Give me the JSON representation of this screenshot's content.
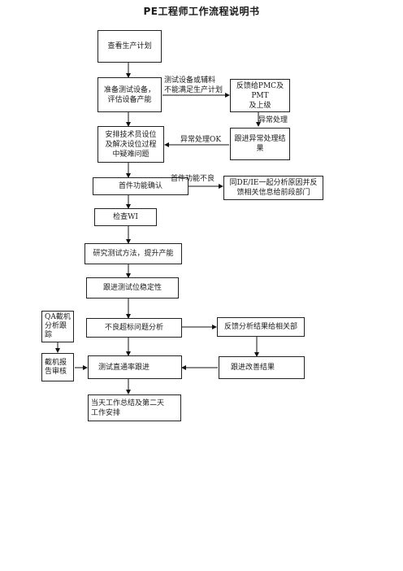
{
  "title": "PE工程师工作流程说明书",
  "nodes": {
    "view_plan": "查看生产计划",
    "prepare_test": "准备测试设备，\n评估设备产能",
    "feedback_pmc": "反馈给PMC及PMT\n及上级",
    "arrange_tech": "安排技术员设位\n及解决设位过程\n中疑难问题",
    "follow_abnormal": "跟进异常处理结\n果",
    "first_article": "首件功能确认",
    "de_ie_analysis": "同DE/IE一起分析原因并反\n馈相关信息给前段部门",
    "check_wi": "检查WI",
    "study_method": "研究测试方法，提升产能",
    "follow_stability": "跟进测试位稳定性",
    "qa_track": "QA截机\n分析跟\n踪",
    "nonstandard_analysis": "不良超标问题分析",
    "feedback_results": "反馈分析结果给相关部",
    "cutoff_review": "截机报\n告审核",
    "pass_rate": "测试直通率跟进",
    "follow_improve": "跟进改善结果",
    "daily_summary": "当天工作总结及第二天\n工作安排"
  },
  "labels": {
    "test_equipment_insufficient": "测试设备或辅料\n不能满足生产计划",
    "abnormal_handling": "异常处理",
    "abnormal_ok": "异常处理OK",
    "first_article_bad": "首件功能不良"
  }
}
